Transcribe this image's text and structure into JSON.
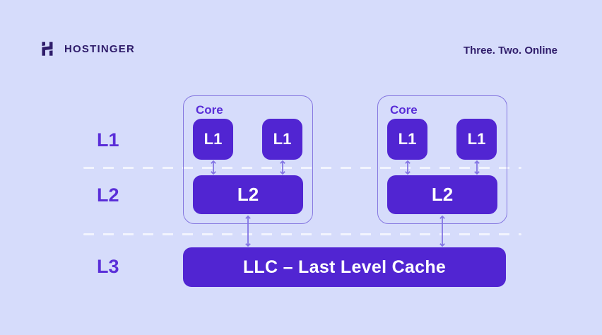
{
  "header": {
    "brand_name": "HOSTINGER",
    "tagline": "Three. Two. Online",
    "logo_icon": "hostinger-h-icon"
  },
  "diagram": {
    "row_labels": [
      "L1",
      "L2",
      "L3"
    ],
    "cores": [
      {
        "label": "Core",
        "l1_caches": [
          "L1",
          "L1"
        ],
        "l2_cache": "L2"
      },
      {
        "label": "Core",
        "l1_caches": [
          "L1",
          "L1"
        ],
        "l2_cache": "L2"
      }
    ],
    "llc_label": "LLC – Last Level Cache",
    "connector_icon": "bidirectional-arrow-icon",
    "colors": {
      "background": "#D6DCFB",
      "cache_fill": "#5125D2",
      "cache_text": "#FFFFFF",
      "label_text": "#5A2ED8",
      "core_border": "#8577E0",
      "arrow": "#8375E4",
      "dashed_line": "#F2F4FE",
      "brand_text": "#2F1C6A"
    }
  }
}
